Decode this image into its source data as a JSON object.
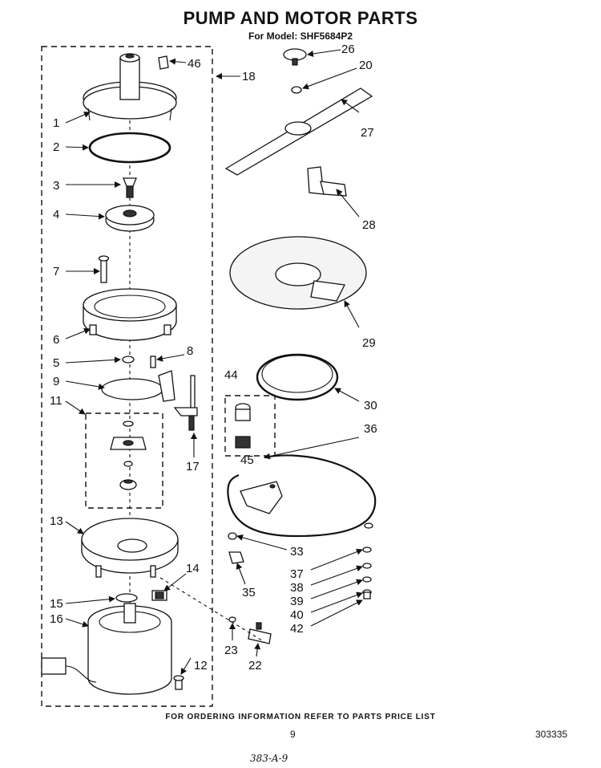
{
  "header": {
    "title": "PUMP AND MOTOR PARTS",
    "subtitle": "For Model: SHF5684P2"
  },
  "footer": {
    "ordering_note": "FOR ORDERING INFORMATION REFER TO PARTS PRICE LIST",
    "page_number": "9",
    "document_number": "303335",
    "handwritten_note": "383-A-9"
  },
  "callouts": {
    "c1": "1",
    "c2": "2",
    "c3": "3",
    "c4": "4",
    "c5": "5",
    "c6": "6",
    "c7": "7",
    "c8": "8",
    "c9": "9",
    "c11": "11",
    "c12": "12",
    "c13": "13",
    "c14": "14",
    "c15": "15",
    "c16": "16",
    "c17": "17",
    "c18": "18",
    "c20": "20",
    "c22": "22",
    "c23": "23",
    "c26": "26",
    "c27": "27",
    "c28": "28",
    "c29": "29",
    "c30": "30",
    "c33": "33",
    "c35": "35",
    "c36": "36",
    "c37": "37",
    "c38": "38",
    "c39": "39",
    "c40": "40",
    "c42": "42",
    "c44": "44",
    "c45": "45",
    "c46": "46"
  }
}
